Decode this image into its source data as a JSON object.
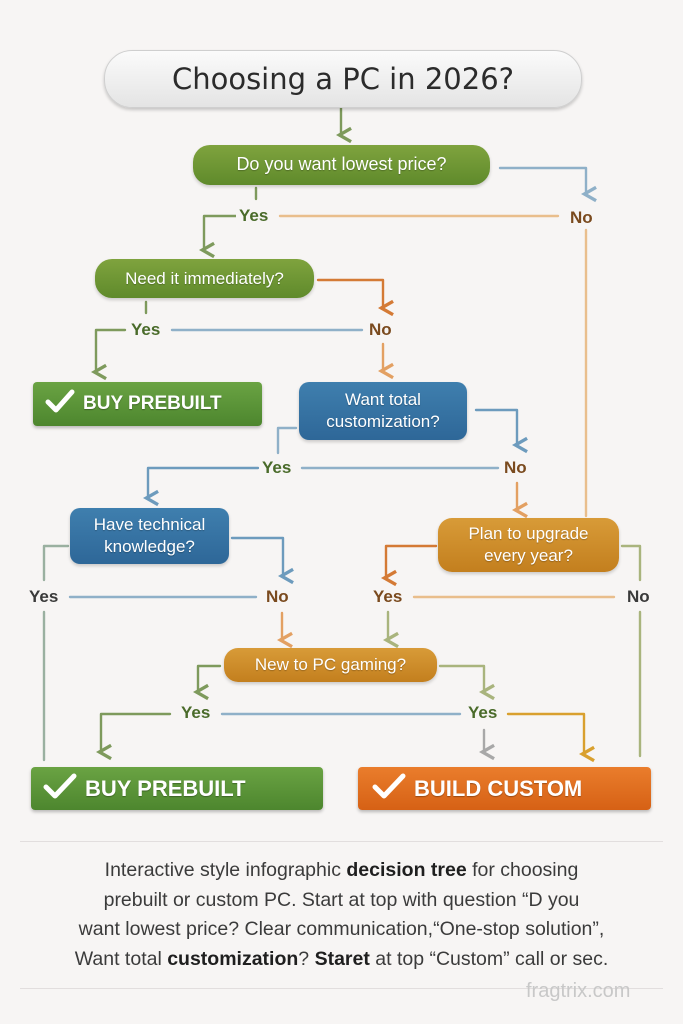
{
  "title": "Choosing a PC in 2026?",
  "questions": {
    "lowest_price": "Do you want lowest price?",
    "immediately": "Need it immediately?",
    "customization": "Want total customization?",
    "technical": "Have technical knowledge?",
    "upgrade": "Plan to upgrade every year?",
    "new_gaming": "New to PC gaming?"
  },
  "labels": {
    "q1_yes": "Yes",
    "q1_no": "No",
    "q2_yes": "Yes",
    "q2_no": "No",
    "q3_yes": "Yes",
    "q3_no": "No",
    "q4_yes": "Yes",
    "q4_no": "No",
    "q5_yes": "Yes",
    "q5_no": "No",
    "q6_yes_left": "Yes",
    "q6_yes_right": "Yes"
  },
  "outcomes": {
    "prebuilt_small": "BUY PREBUILT",
    "prebuilt_big": "BUY PREBUILT",
    "custom_big": "BUILD CUSTOM"
  },
  "caption": {
    "line1_a": "Interactive style infographic ",
    "line1_b": "decision tree",
    "line1_c": " for choosing",
    "line2": "prebuilt or custom PC. Start at top with question “D you",
    "line3": "want lowest price?  Clear communication,“One-stop solution”,",
    "line4_a": "Want total ",
    "line4_b": "customization",
    "line4_c": "? ",
    "line4_d": "Staret",
    "line4_e": " at top “Custom” call or sec."
  },
  "watermark": "fragtrix.com",
  "icons": {
    "check": "check-icon"
  },
  "colors": {
    "green": "#6b9434",
    "blue": "#3573a4",
    "orange": "#cf8a27",
    "outcome_green": "#5a9238",
    "outcome_orange": "#e06d1f",
    "line_green": "#7e9a5c",
    "line_blue": "#8fb0c8",
    "line_orange": "#e3b07a",
    "line_olive": "#a9b47d"
  }
}
